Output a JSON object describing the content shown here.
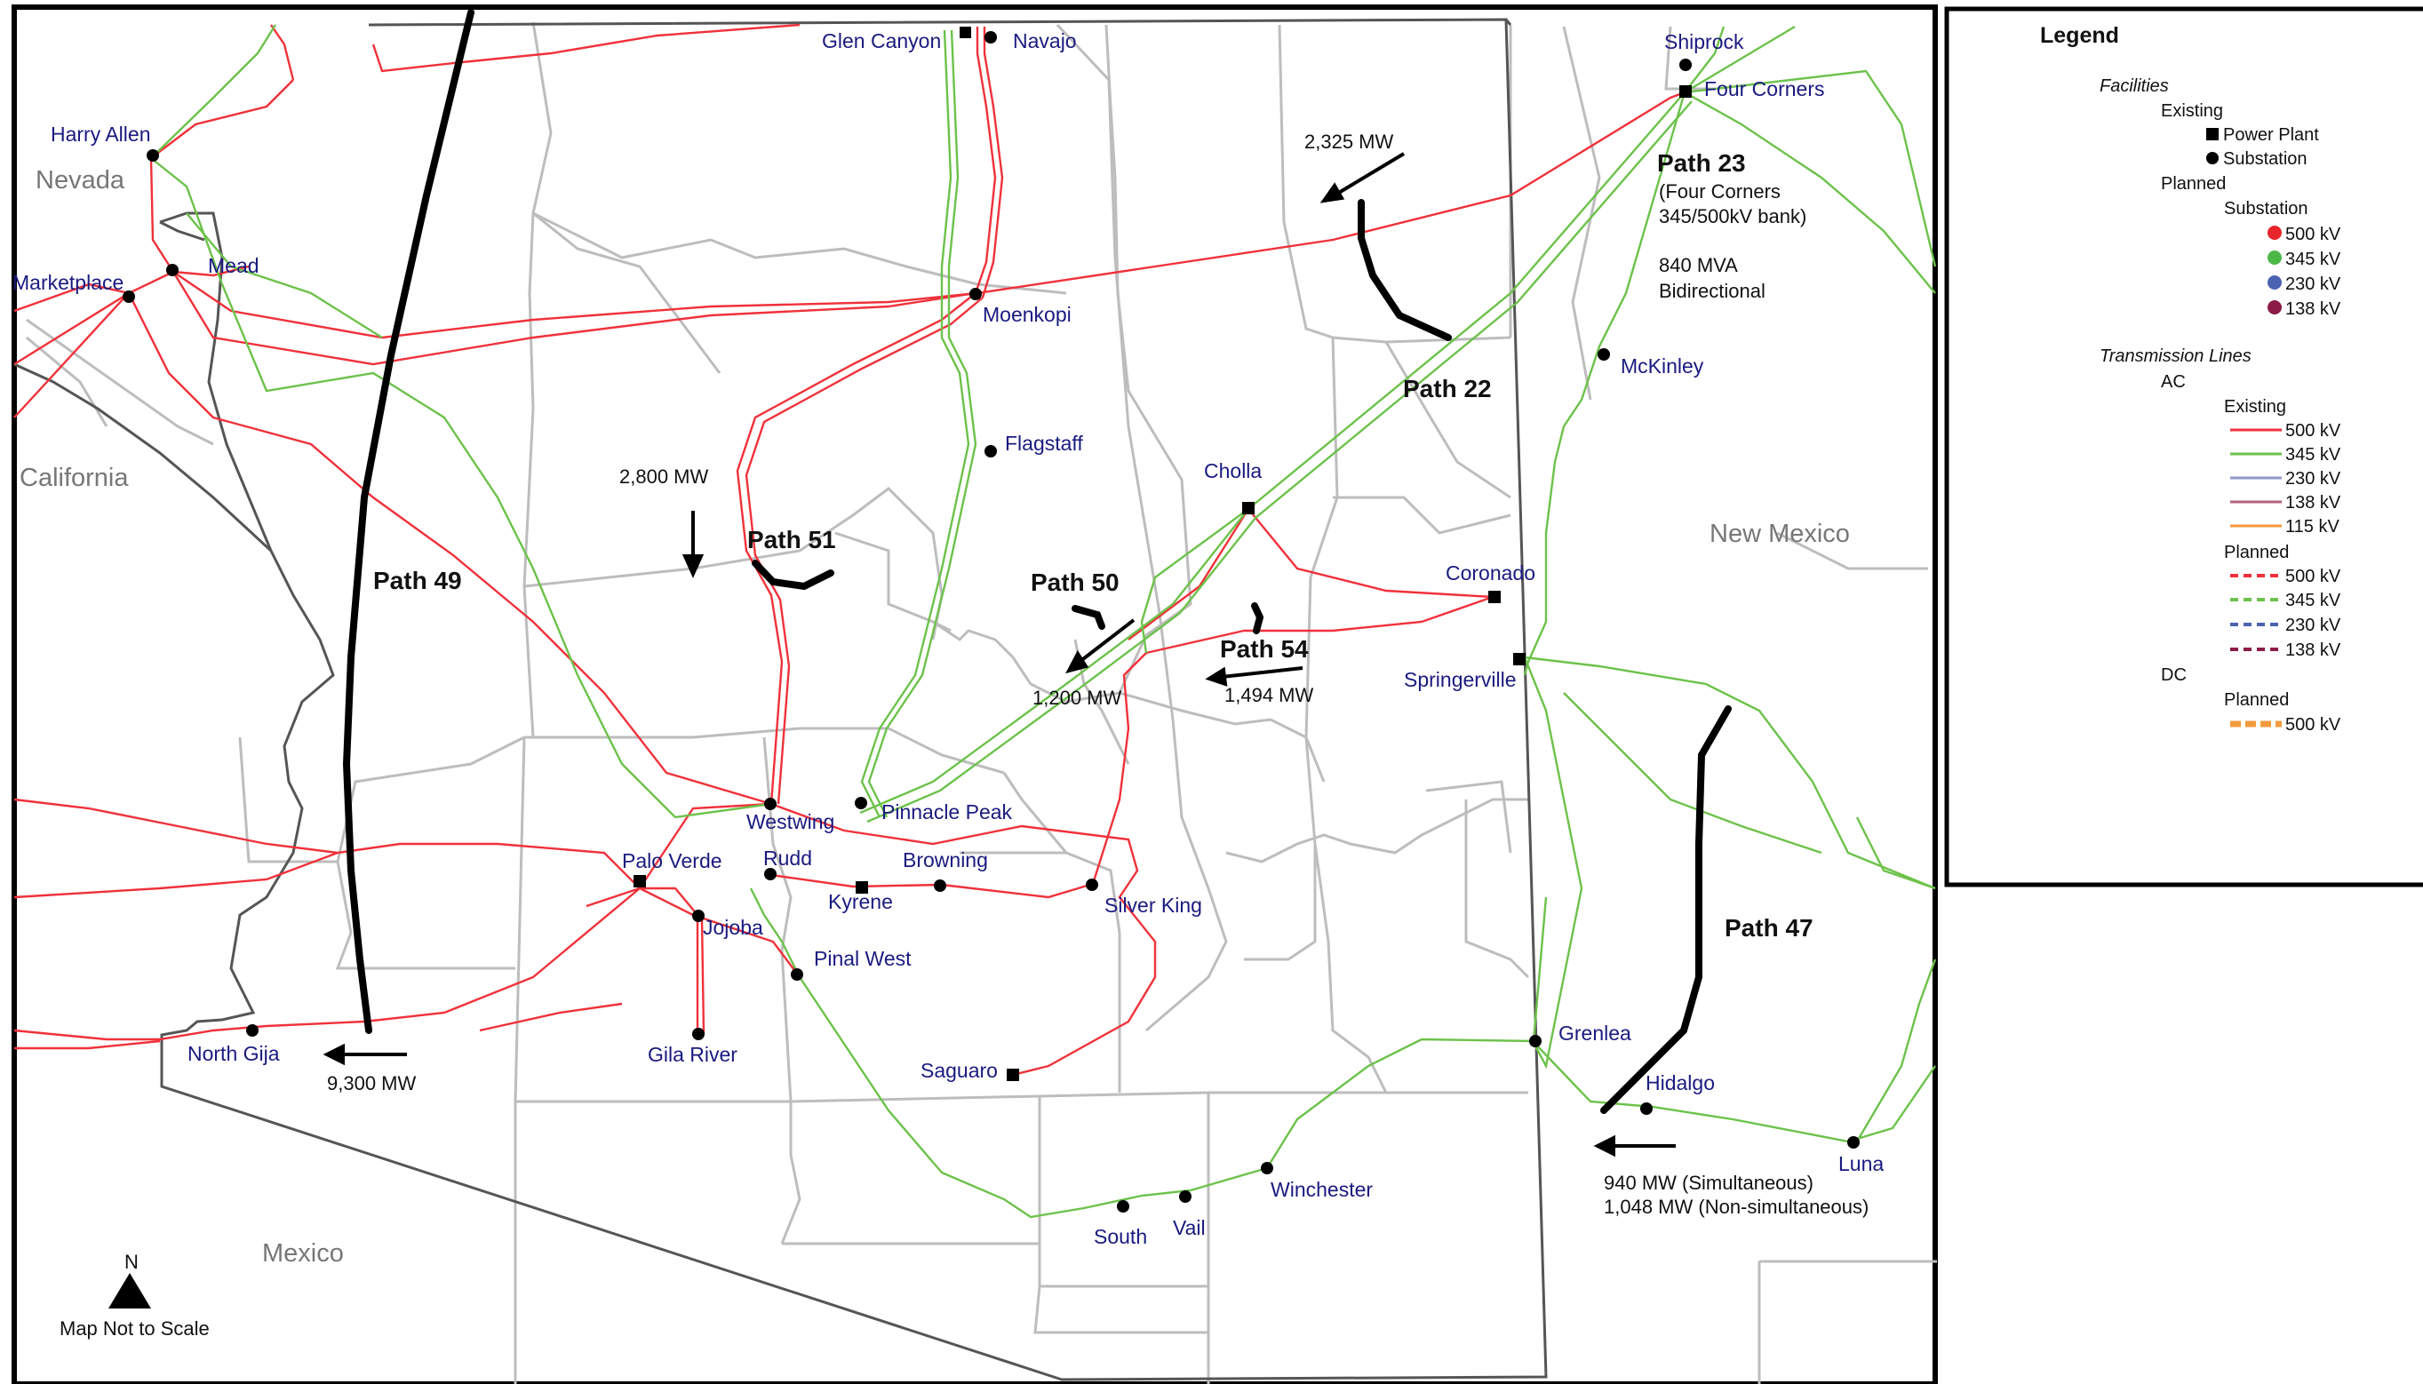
{
  "states": [
    "Nevada",
    "California",
    "New Mexico",
    "Mexico"
  ],
  "sites": {
    "glen_canyon": "Glen Canyon",
    "navajo": "Navajo",
    "shiprock": "Shiprock",
    "four_corners": "Four Corners",
    "harry_allen": "Harry Allen",
    "mead": "Mead",
    "marketplace": "Marketplace",
    "moenkopi": "Moenkopi",
    "flagstaff": "Flagstaff",
    "mckinley": "McKinley",
    "cholla": "Cholla",
    "coronado": "Coronado",
    "springerville": "Springerville",
    "westwing": "Westwing",
    "pinnacle_peak": "Pinnacle Peak",
    "palo_verde": "Palo Verde",
    "rudd": "Rudd",
    "browning": "Browning",
    "kyrene": "Kyrene",
    "silver_king": "Silver King",
    "jojoba": "Jojoba",
    "pinal_west": "Pinal West",
    "gila_river": "Gila River",
    "saguaro": "Saguaro",
    "north_gila": "North Gija",
    "grenlea": "Grenlea",
    "hidalgo": "Hidalgo",
    "luna": "Luna",
    "winchester": "Winchester",
    "south": "South",
    "vail": "Vail"
  },
  "paths": {
    "p49": {
      "name": "Path 49",
      "flow": "9,300 MW"
    },
    "p51": {
      "name": "Path 51",
      "flow": "2,800 MW"
    },
    "p50": {
      "name": "Path 50",
      "flow": "1,200 MW"
    },
    "p54": {
      "name": "Path 54",
      "flow": "1,494 MW"
    },
    "p22": {
      "name": "Path 22",
      "flow": "2,325 MW"
    },
    "p23": {
      "name": "Path 23",
      "detail": [
        "(Four Corners",
        "345/500kV bank)",
        "840 MVA",
        "Bidirectional"
      ]
    },
    "p47": {
      "name": "Path 47",
      "flow_1": "940 MW (Simultaneous)",
      "flow_2": "1,048 MW (Non-simultaneous)"
    }
  },
  "north_arrow": {
    "letter": "N",
    "caption": "Map Not to Scale"
  },
  "legend": {
    "title": "Legend",
    "facilities": "Facilities",
    "existing": "Existing",
    "power_plant": "Power Plant",
    "substation": "Substation",
    "planned": "Planned",
    "substation_planned": "Substation",
    "transmission_lines": "Transmission Lines",
    "ac": "AC",
    "ac_existing": "Existing",
    "ac_planned": "Planned",
    "dc": "DC",
    "dc_planned": "Planned",
    "planned_substations": [
      {
        "label": "500 kV",
        "color": "#e8242c"
      },
      {
        "label": "345 kV",
        "color": "#4db848"
      },
      {
        "label": "230 kV",
        "color": "#4a62b0"
      },
      {
        "label": "138 kV",
        "color": "#8b1c48"
      }
    ],
    "existing_lines": [
      {
        "label": "500 kV",
        "color": "#f0313a"
      },
      {
        "label": "345 kV",
        "color": "#6cc24a"
      },
      {
        "label": "230 kV",
        "color": "#8c97c9"
      },
      {
        "label": "138 kV",
        "color": "#b5637d"
      },
      {
        "label": "115 kV",
        "color": "#f39a3d"
      }
    ],
    "planned_lines": [
      {
        "label": "500 kV",
        "color": "#f0313a"
      },
      {
        "label": "345 kV",
        "color": "#6cc24a"
      },
      {
        "label": "230 kV",
        "color": "#4a62b0"
      },
      {
        "label": "138 kV",
        "color": "#8b1c48"
      }
    ],
    "dc_lines": [
      {
        "label": "500 kV",
        "color": "#f39a3d"
      }
    ]
  },
  "colors": {
    "line_500": "#f0313a",
    "line_345": "#6cc24a",
    "county": "#bdbdbd",
    "state_border": "#555555",
    "path_cut": "#000000",
    "site_text": "#1a1a80"
  }
}
